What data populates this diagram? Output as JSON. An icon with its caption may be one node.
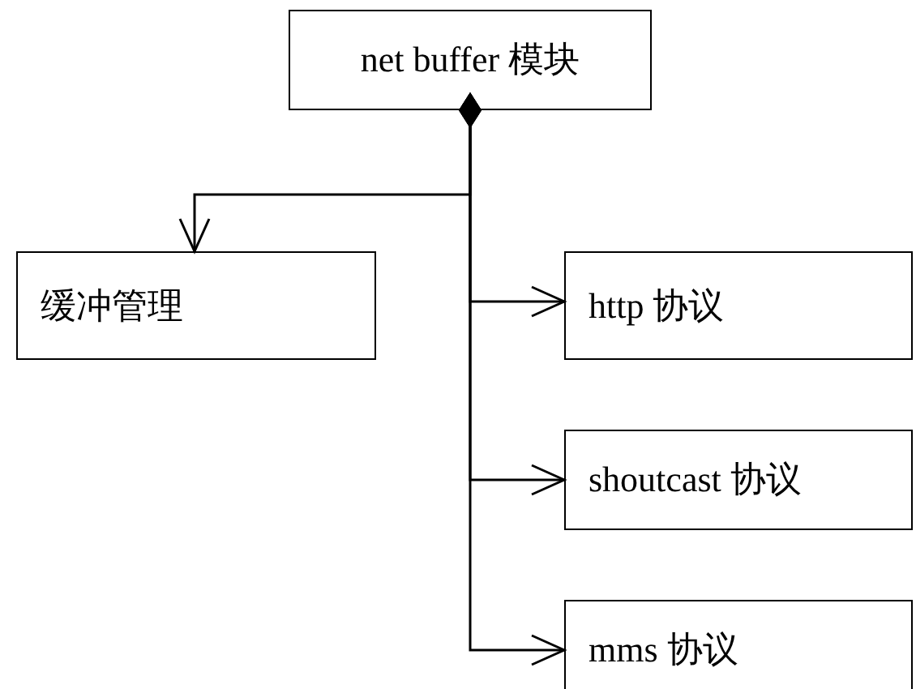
{
  "diagram": {
    "nodes": [
      {
        "text": [
          "net buffer 模块"
        ]
      },
      {
        "text": [
          "缓冲管理"
        ]
      },
      {
        "text": [
          "http 协议"
        ]
      },
      {
        "text": [
          "shoutcast 协议"
        ]
      },
      {
        "text": [
          "mms 协议"
        ]
      }
    ],
    "edges": [
      {
        "from": 0,
        "to": 1,
        "arrow": "to"
      },
      {
        "from": 0,
        "to": 2,
        "arrow": "to"
      },
      {
        "from": 0,
        "to": 3,
        "arrow": "to"
      },
      {
        "from": 0,
        "to": 4,
        "arrow": "to"
      }
    ]
  }
}
